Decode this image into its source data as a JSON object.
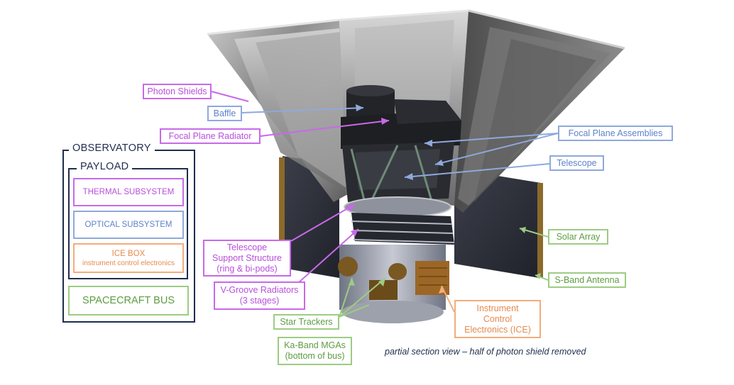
{
  "legend": {
    "observatory": "OBSERVATORY",
    "payload": "PAYLOAD",
    "thermal": "THERMAL SUBSYSTEM",
    "optical": "OPTICAL SUBSYSTEM",
    "ice_title": "ICE BOX",
    "ice_sub": "instrument control electronics",
    "bus": "SPACECRAFT BUS"
  },
  "callouts": {
    "photon_shields": "Photon Shields",
    "baffle": "Baffle",
    "focal_plane_radiator": "Focal Plane Radiator",
    "focal_plane_assemblies": "Focal Plane Assemblies",
    "telescope": "Telescope",
    "tss_line1": "Telescope",
    "tss_line2": "Support Structure",
    "tss_line3": "(ring & bi-pods)",
    "vgroove_line1": "V-Groove Radiators",
    "vgroove_line2": "(3 stages)",
    "solar_array": "Solar Array",
    "s_band": "S-Band Antenna",
    "star_trackers": "Star Trackers",
    "ka_line1": "Ka-Band MGAs",
    "ka_line2": "(bottom of bus)",
    "ice_line1": "Instrument",
    "ice_line2": "Control",
    "ice_line3": "Electronics (ICE)"
  },
  "caption": "partial section view – half of photon shield removed",
  "colors": {
    "thermal": "#c969e8",
    "optical": "#8fa9dc",
    "ice": "#f2ad7c",
    "bus": "#9ccc83",
    "legend_frame": "#1f2d4e"
  }
}
